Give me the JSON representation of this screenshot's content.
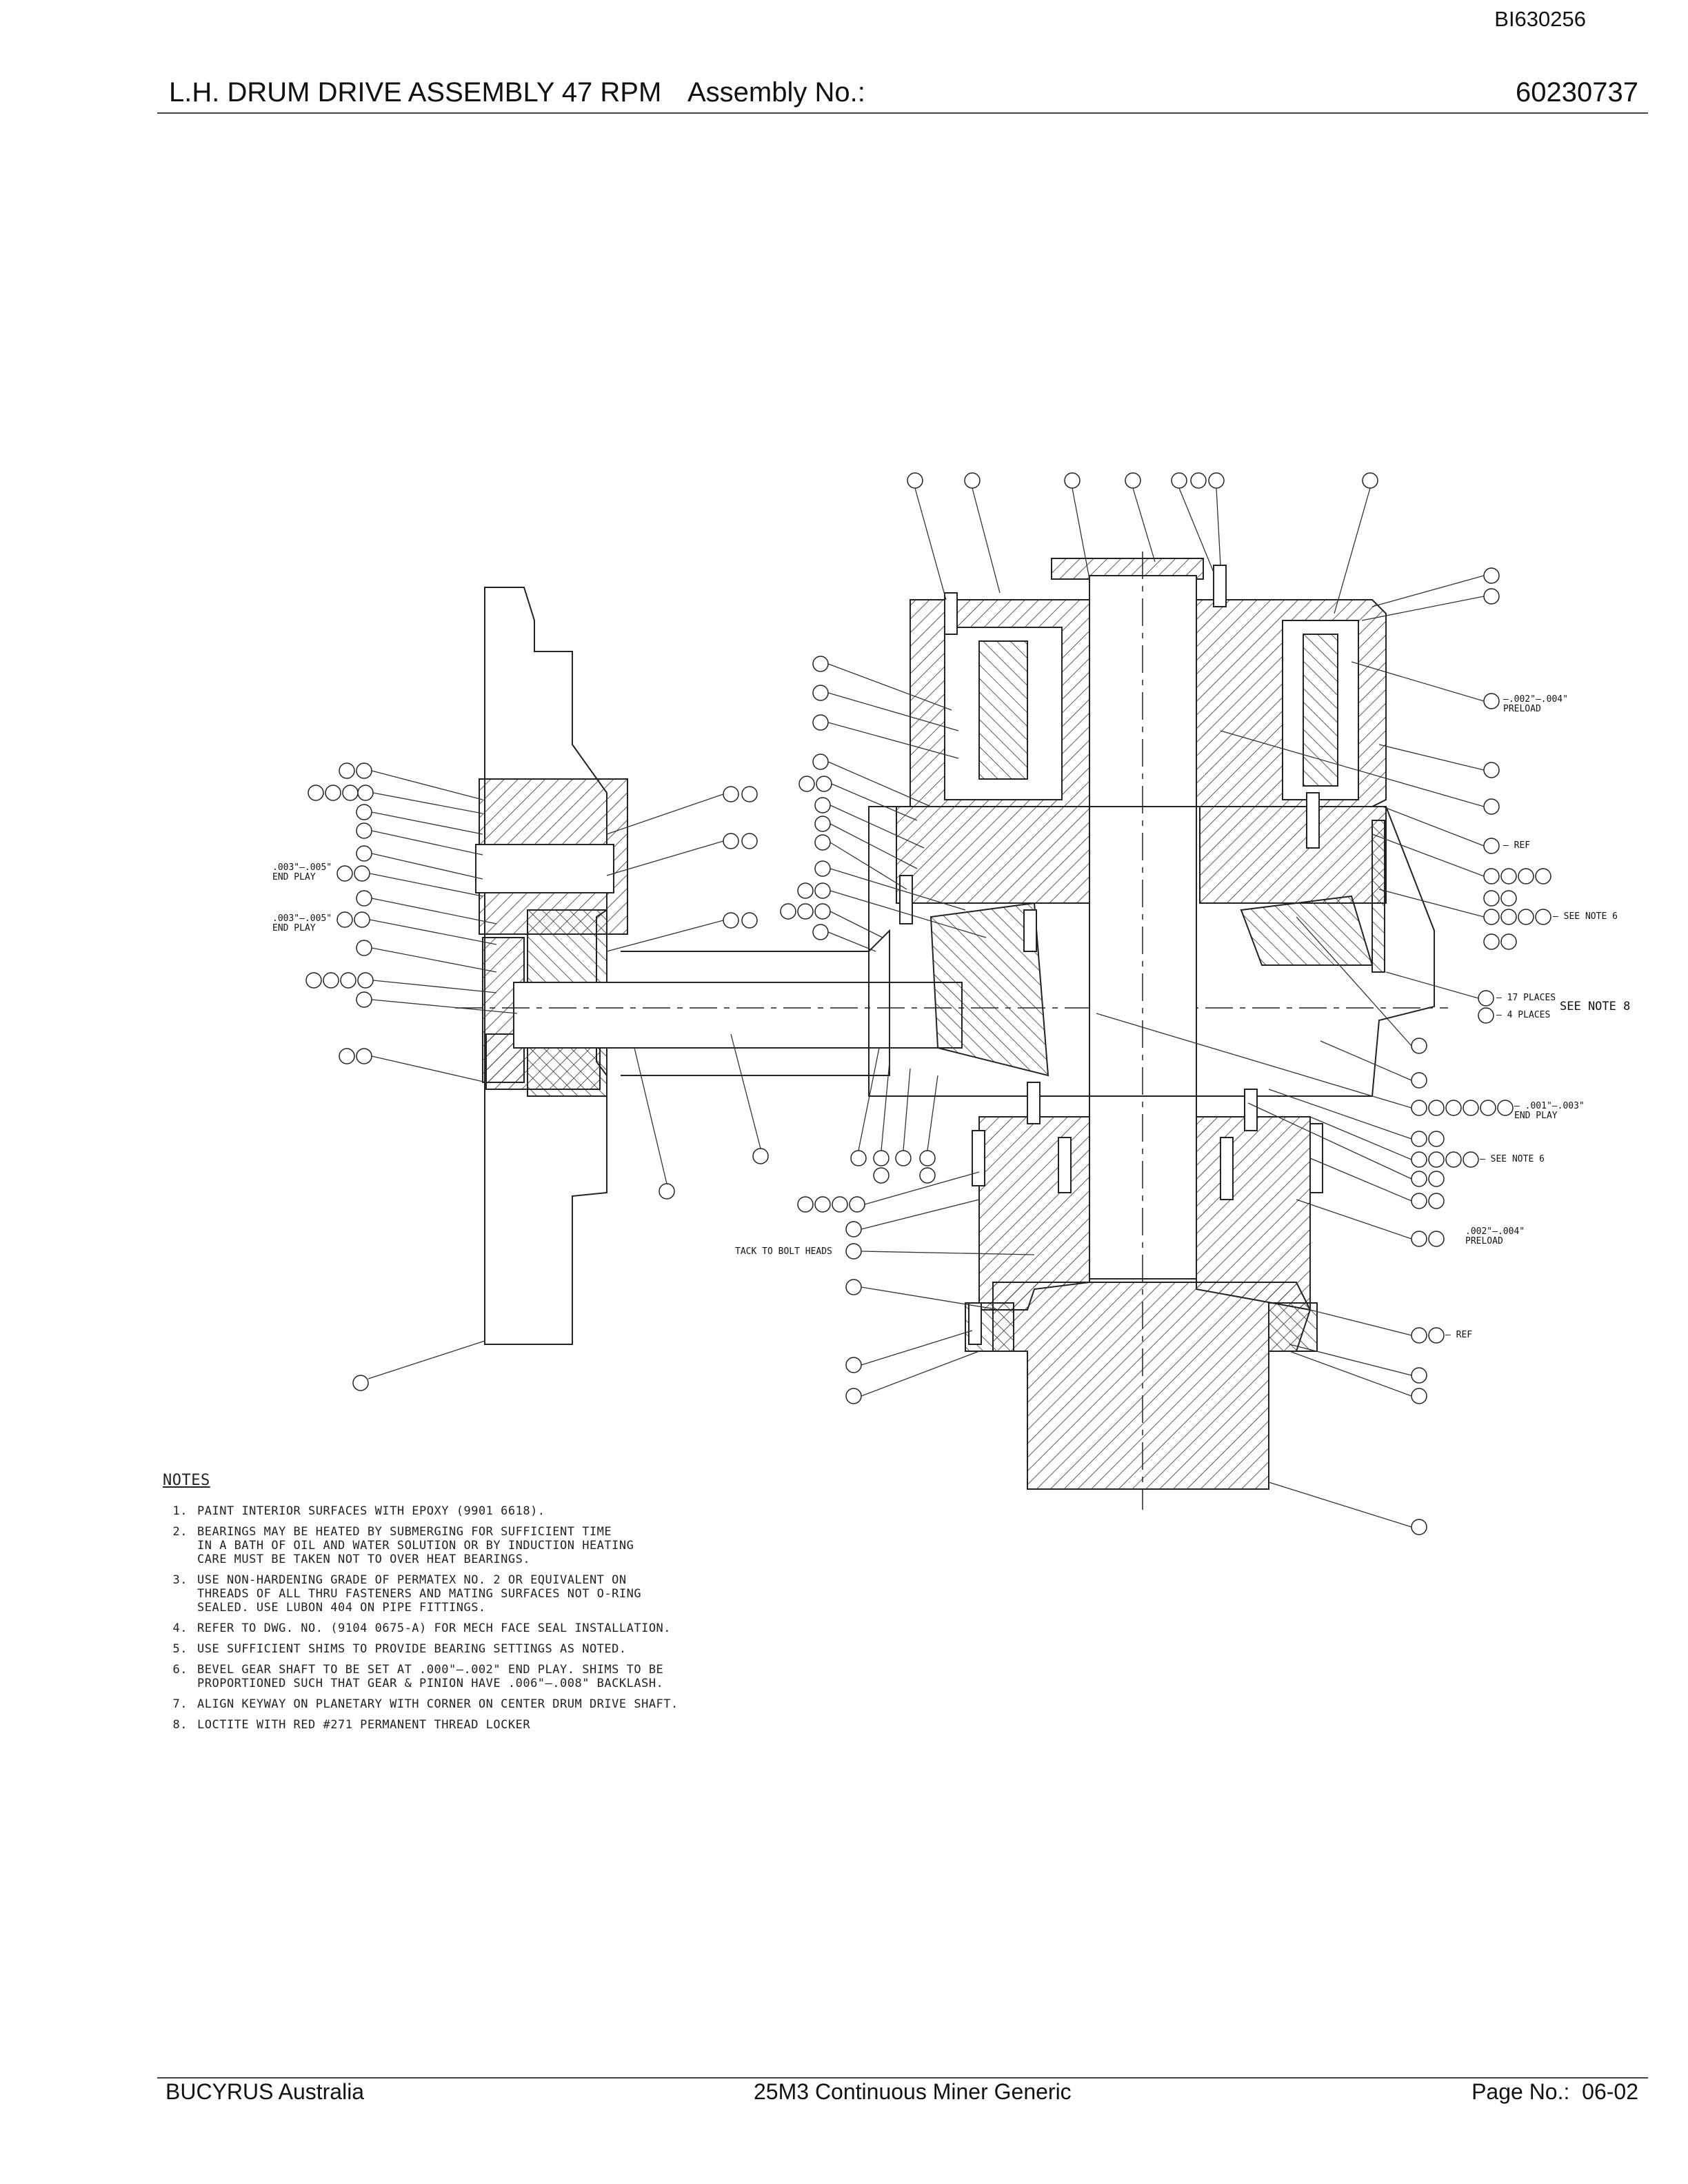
{
  "header": {
    "doc_code": "BI630256",
    "title": "L.H. DRUM DRIVE ASSEMBLY 47 RPM",
    "assembly_label": "Assembly No.:",
    "assembly_number": "60230737"
  },
  "footer": {
    "company": "BUCYRUS Australia",
    "product": "25M3 Continuous Miner Generic",
    "page_label": "Page No.:",
    "page_number": "06-02"
  },
  "drawing": {
    "callouts_right": [
      {
        "text": "—.002\"–.004\" PRELOAD"
      },
      {
        "text": "— REF"
      },
      {
        "text": "— SEE NOTE 6"
      },
      {
        "text": "— 17 PLACES"
      },
      {
        "text": "— 4 PLACES"
      },
      {
        "text": "SEE NOTE 8"
      },
      {
        "text": "— .001\"–.003\" END PLAY"
      },
      {
        "text": "— SEE NOTE 6"
      },
      {
        "text": ".002\"–.004\" PRELOAD"
      },
      {
        "text": "— REF"
      }
    ],
    "callouts_left": [
      {
        "text": ".003\"–.005\" END PLAY"
      },
      {
        "text": ".003\"–.005\" END PLAY"
      },
      {
        "text": "TACK TO BOLT HEADS"
      }
    ]
  },
  "notes": {
    "title": "NOTES",
    "items": [
      {
        "num": "1.",
        "text": "PAINT INTERIOR SURFACES WITH EPOXY (9901 6618)."
      },
      {
        "num": "2.",
        "text": "BEARINGS MAY BE HEATED BY SUBMERGING FOR SUFFICIENT TIME\nIN A BATH OF OIL AND WATER SOLUTION OR BY INDUCTION HEATING\nCARE MUST BE TAKEN NOT TO OVER HEAT BEARINGS."
      },
      {
        "num": "3.",
        "text": "USE NON-HARDENING GRADE OF PERMATEX NO. 2 OR EQUIVALENT ON\nTHREADS OF ALL THRU FASTENERS AND MATING SURFACES NOT O-RING\nSEALED. USE LUBON 404 ON PIPE FITTINGS."
      },
      {
        "num": "4.",
        "text": "REFER TO DWG. NO. (9104 0675-A) FOR MECH FACE SEAL INSTALLATION."
      },
      {
        "num": "5.",
        "text": "USE SUFFICIENT SHIMS TO PROVIDE BEARING SETTINGS AS NOTED."
      },
      {
        "num": "6.",
        "text": "BEVEL GEAR SHAFT TO BE SET AT .000\"–.002\" END PLAY. SHIMS TO BE\nPROPORTIONED SUCH THAT GEAR & PINION HAVE .006\"–.008\" BACKLASH."
      },
      {
        "num": "7.",
        "text": "ALIGN KEYWAY ON PLANETARY WITH CORNER ON CENTER DRUM DRIVE SHAFT."
      },
      {
        "num": "8.",
        "text": "LOCTITE WITH RED #271 PERMANENT THREAD LOCKER"
      }
    ]
  }
}
